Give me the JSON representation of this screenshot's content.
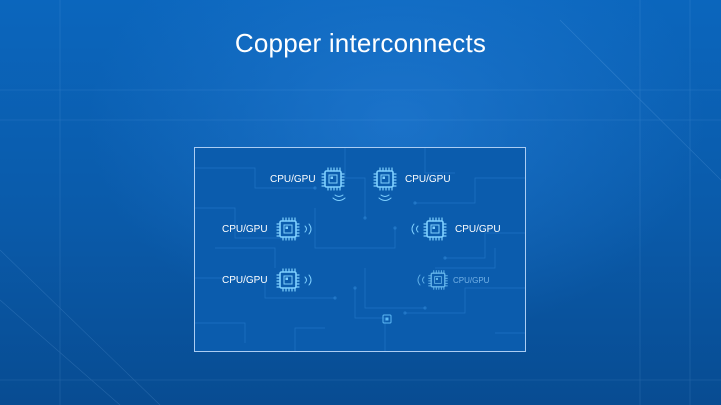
{
  "slide": {
    "title": "Copper interconnects"
  },
  "diagram": {
    "nodes": [
      {
        "label": "CPU/GPU",
        "chip_icon": "processor-chip-icon",
        "signal_icon": "signal-waves-icon"
      },
      {
        "label": "CPU/GPU",
        "chip_icon": "processor-chip-icon",
        "signal_icon": "signal-waves-icon"
      },
      {
        "label": "CPU/GPU",
        "chip_icon": "processor-chip-icon",
        "signal_icon": "signal-waves-icon"
      },
      {
        "label": "CPU/GPU",
        "chip_icon": "processor-chip-icon",
        "signal_icon": "signal-waves-icon"
      },
      {
        "label": "CPU/GPU",
        "chip_icon": "processor-chip-icon",
        "signal_icon": "signal-waves-icon"
      },
      {
        "label": "CPU/GPU",
        "chip_icon": "processor-chip-icon",
        "signal_icon": "signal-waves-icon"
      }
    ],
    "colors": {
      "background": "#0a5fb0",
      "panel_border": "#c8e1ff",
      "chip": "#7fd0ff",
      "chip_faint": "#4aa6e6",
      "label": "#ffffff"
    }
  }
}
